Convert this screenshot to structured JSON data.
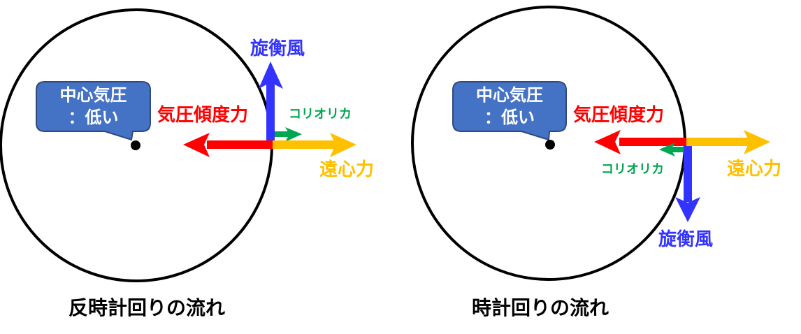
{
  "colors": {
    "pressure": "#ff0000",
    "wind": "#3333ff",
    "coriolis": "#00a650",
    "centrifugal": "#ffc000",
    "callout": "#4472c4"
  },
  "left": {
    "title": "反時計回りの流れ",
    "callout_line1": "中心気圧",
    "callout_line2": "：低い",
    "pressure_label": "気圧傾度力",
    "wind_label": "旋衡風",
    "coriolis_label": "コリオリカ",
    "centrifugal_label": "遠心力"
  },
  "right": {
    "title": "時計回りの流れ",
    "callout_line1": "中心気圧",
    "callout_line2": "：低い",
    "pressure_label": "気圧傾度力",
    "wind_label": "旋衡風",
    "coriolis_label": "コリオリカ",
    "centrifugal_label": "遠心力"
  }
}
